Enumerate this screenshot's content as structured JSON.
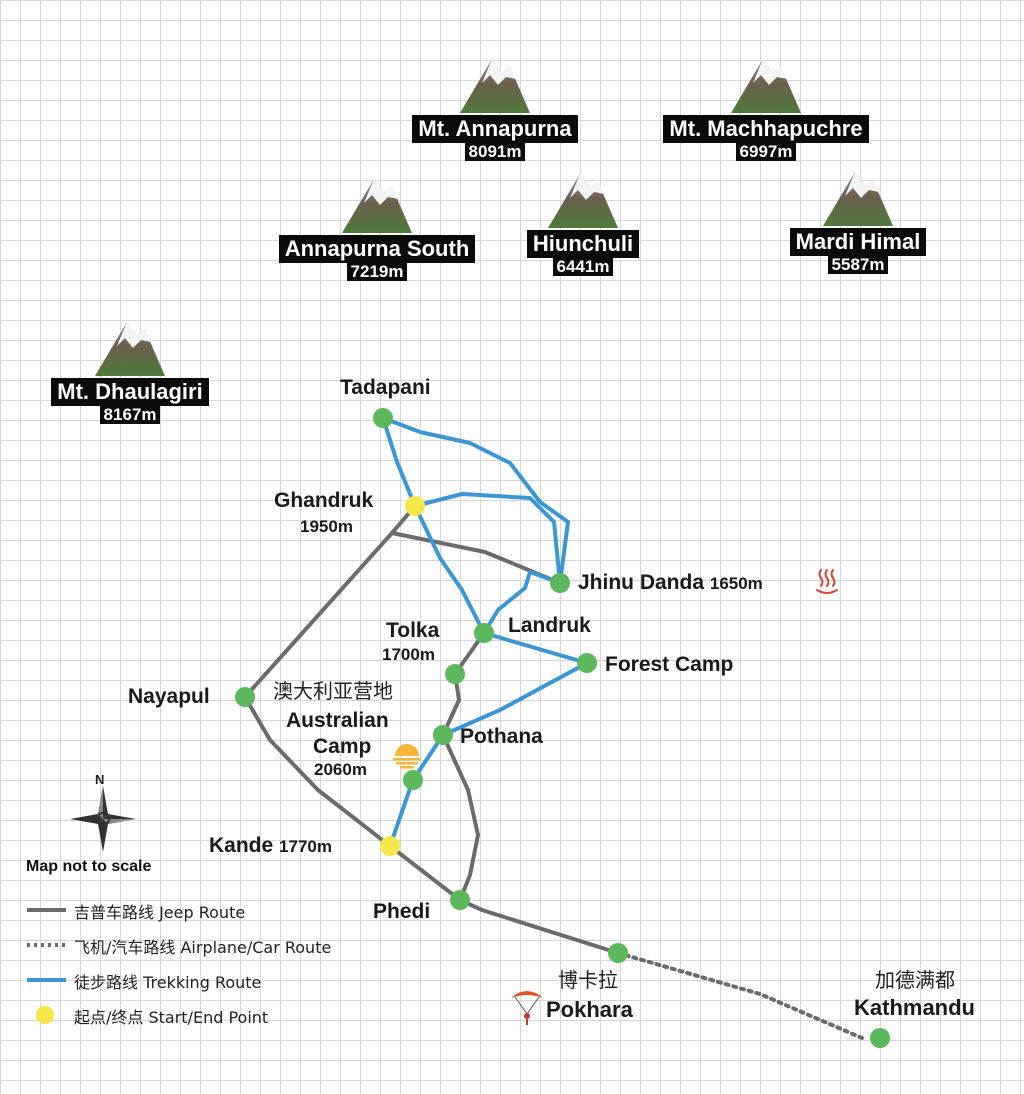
{
  "peaks": [
    {
      "name": "Mt. Annapurna",
      "elev": "8091m"
    },
    {
      "name": "Mt. Machhapuchre",
      "elev": "6997m"
    },
    {
      "name": "Annapurna South",
      "elev": "7219m"
    },
    {
      "name": "Hiunchuli",
      "elev": "6441m"
    },
    {
      "name": "Mardi Himal",
      "elev": "5587m"
    },
    {
      "name": "Mt. Dhaulagiri",
      "elev": "8167m"
    }
  ],
  "places": {
    "tadapani": "Tadapani",
    "ghandruk": "Ghandruk",
    "ghandruk_elev": "1950m",
    "jhinu": "Jhinu Danda",
    "jhinu_elev": "1650m",
    "landruk": "Landruk",
    "tolka": "Tolka",
    "tolka_elev": "1700m",
    "forest_camp": "Forest Camp",
    "nayapul": "Nayapul",
    "australian_cn": "澳大利亚营地",
    "australian_line1": "Australian",
    "australian_line2": "Camp",
    "australian_elev": "2060m",
    "pothana": "Pothana",
    "kande": "Kande",
    "kande_elev": "1770m",
    "phedi": "Phedi",
    "pokhara_cn": "博卡拉",
    "pokhara": "Pokhara",
    "kathmandu_cn": "加德满都",
    "kathmandu": "Kathmandu"
  },
  "compass_north": "N",
  "scale_note": "Map not to scale",
  "legend": [
    {
      "label": "吉普车路线 Jeep Route",
      "type": "line",
      "color": "#6b6b6b"
    },
    {
      "label": "飞机/汽车路线 Airplane/Car Route",
      "type": "dotted",
      "color": "#6b6b6b"
    },
    {
      "label": "徒步路线 Trekking Route",
      "type": "line",
      "color": "#3d96d4"
    },
    {
      "label": "起点/终点 Start/End Point",
      "type": "dot",
      "color": "#f6e84a"
    }
  ],
  "colors": {
    "jeep": "#6b6b6b",
    "trek": "#3d96d4",
    "node": "#5cb85c",
    "start_end": "#f6e84a"
  },
  "icons": {
    "mountain": "mountain-icon",
    "hot_spring": "hot-spring-icon",
    "sunrise": "sunrise-icon",
    "paraglider": "paraglider-icon",
    "compass": "compass-rose-icon"
  }
}
